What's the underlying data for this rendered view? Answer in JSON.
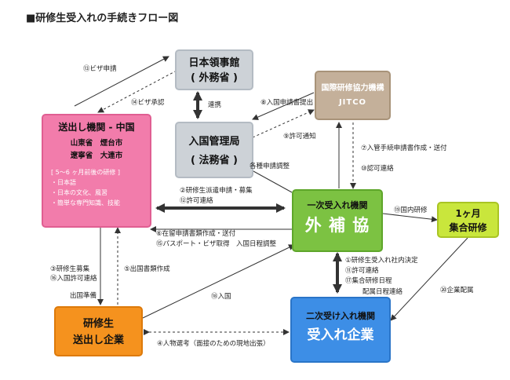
{
  "title": "■研修生受入れの手続きフロー図",
  "boxes": {
    "consulate": {
      "line1": "日本領事館",
      "line2": "( 外務省 )"
    },
    "immigration": {
      "line1": "入国管理局",
      "line2": "( 法務省 )"
    },
    "jitco": {
      "line1": "国際研修協力機構",
      "line2": "JITCO"
    },
    "sending": {
      "title": "送出し機関 - 中国",
      "loc1": "山東省　煙台市",
      "loc2": "遼寧省　大連市",
      "note": "[ 5～6 ヶ月前後の研修 ]",
      "items": [
        "・日本語",
        "・日本の文化、風習",
        "・簡単な専門知識、技能"
      ]
    },
    "primary": {
      "line1": "一次受入れ機関",
      "line2": "外 補 協"
    },
    "training": {
      "line1": "1ヶ月",
      "line2": "集合研修"
    },
    "trainee_company": {
      "line1": "研修生",
      "line2": "送出し企業"
    },
    "secondary": {
      "line1": "二次受け入れ機関",
      "line2": "受入れ企業"
    }
  },
  "labels": {
    "l13": "⑬ビザ申請",
    "l14": "⑭ビザ承認",
    "liaison": "連携",
    "l8": "⑧入国申請書提出",
    "l9": "⑨許可通知",
    "l7": "⑦入管手続申請書作成・送付",
    "l10": "⑩認可連絡",
    "coord": "各種申請調整",
    "l2": "②研修生派遣申請・募集",
    "l12": "⑫許可連絡",
    "l19": "⑲国内研修",
    "l6": "⑥在留申請書類作成・送付",
    "l15": "⑮パスポート・ビザ取得　入国日程調整",
    "l3": "③研修生募集",
    "l16": "⑯入国許可連絡",
    "prep": "出国準備",
    "l5": "⑤出国書類作成",
    "l18": "⑱入国",
    "l1": "①研修生受入れ社内決定",
    "l11": "⑪許可連絡",
    "l17": "⑰集合研修日程",
    "assign_sched": "配属日程連絡",
    "l20": "⑳企業配属",
    "l4": "④人物選考（面接のための現地出張）"
  },
  "colors": {
    "gray_box": "#cdd2d7",
    "jitco_box": "#c4b09a",
    "sending_box": "#f27cab",
    "primary_box": "#7cc242",
    "training_box": "#c9e63c",
    "trainee_company_box": "#f5921e",
    "secondary_box": "#3d8ee6",
    "arrow": "#333333"
  },
  "icons": [
    "arrow-solid",
    "arrow-dashed",
    "arrow-double-thick"
  ]
}
